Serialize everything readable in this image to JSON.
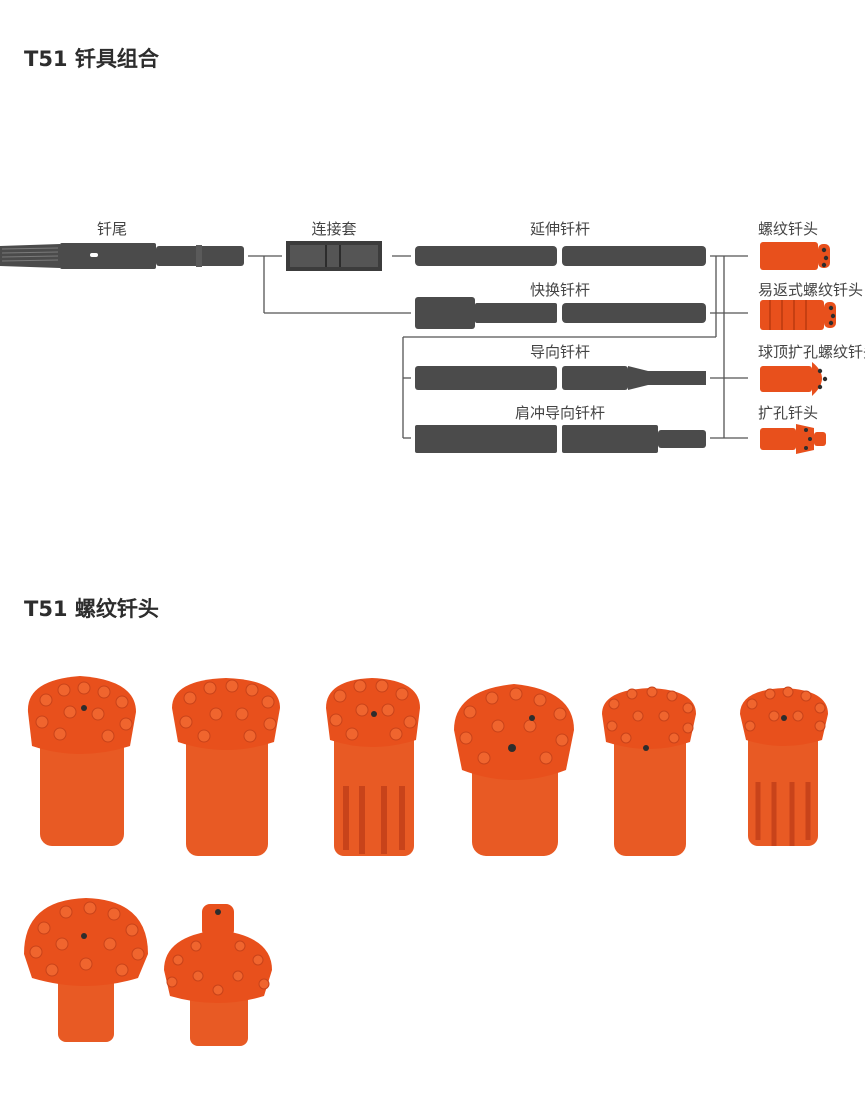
{
  "section1": {
    "title": "T51 钎具组合",
    "labels": {
      "shank": "钎尾",
      "coupling": "连接套",
      "extension_rod": "延伸钎杆",
      "mf_rod": "快换钎杆",
      "guide_rod": "导向钎杆",
      "shoulder_guide_rod": "肩冲导向钎杆",
      "button_bit": "螺纹钎头",
      "retrac_bit": "易返式螺纹钎头",
      "dome_reamer": "球顶扩孔螺纹钎头",
      "reamer_bit": "扩孔钎头"
    }
  },
  "section2": {
    "title": "T51 螺纹钎头"
  },
  "colors": {
    "steel": "#4b4b4b",
    "bit_orange": "#e8501c",
    "line": "#555555"
  }
}
